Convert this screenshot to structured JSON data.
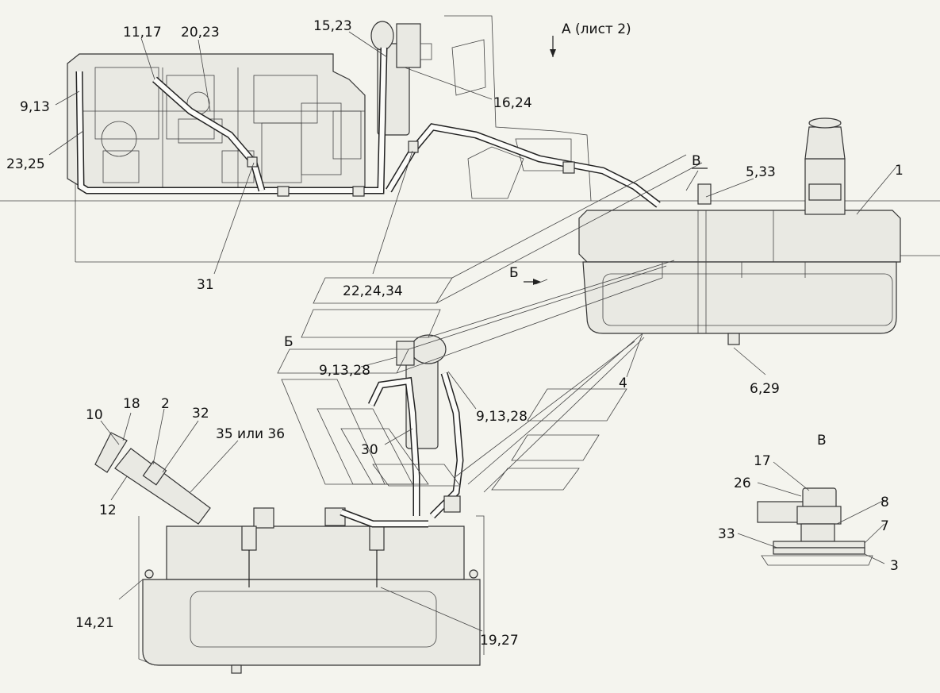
{
  "labels": {
    "l_11_17": "11,17",
    "l_20_23": "20,23",
    "l_15_23": "15,23",
    "l_a_sheet": "А (лист 2)",
    "l_9_13_a": "9,13",
    "l_23_25": "23,25",
    "l_16_24": "16,24",
    "l_b_view": "В",
    "l_5_33": "5,33",
    "l_1": "1",
    "l_31": "31",
    "l_22_24_34": "22,24,34",
    "l_b_arrow": "Б",
    "l_b_left": "Б",
    "l_9_13_28_a": "9,13,28",
    "l_9_13_28_b": "9,13,28",
    "l_4": "4",
    "l_6_29": "6,29",
    "l_18": "18",
    "l_10": "10",
    "l_2": "2",
    "l_32": "32",
    "l_35_36": "35 или 36",
    "l_12": "12",
    "l_30": "30",
    "l_v_detail": "В",
    "l_17": "17",
    "l_26": "26",
    "l_8": "8",
    "l_7": "7",
    "l_33": "33",
    "l_3": "3",
    "l_14_21": "14,21",
    "l_19_27": "19,27"
  }
}
